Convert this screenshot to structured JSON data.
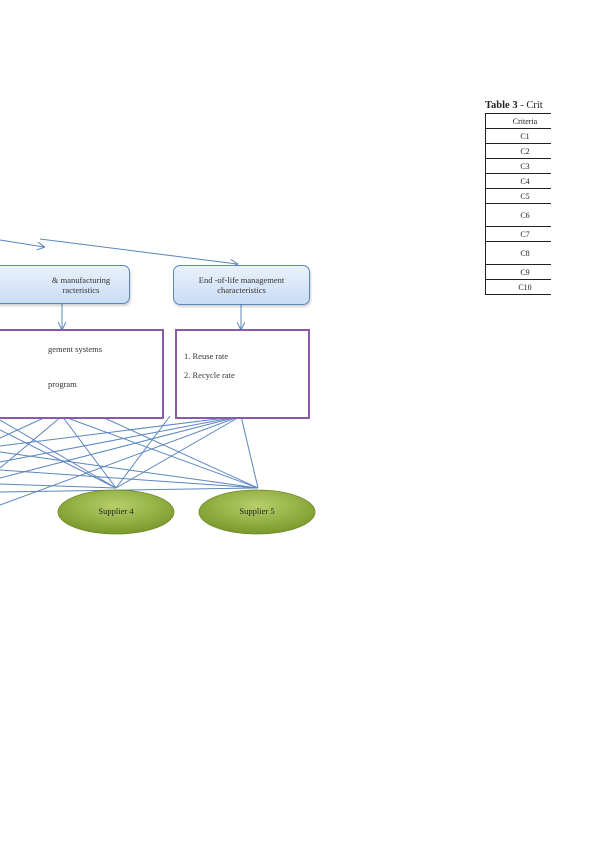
{
  "diagram": {
    "category_boxes": {
      "left_label": "& manufacturing\nracteristics",
      "right_label": "End -of-life management characteristics"
    },
    "criteria_lists": {
      "left_items": [
        "gement systems",
        "program"
      ],
      "right_items": [
        "1. Reuse rate",
        "2. Recycle rate"
      ]
    },
    "suppliers": [
      "Supplier 4",
      "Supplier 5"
    ],
    "colors": {
      "category_box_border": "#5b86bf",
      "category_box_fill": "#c9dcf5",
      "list_box_border": "#8a5aa8",
      "connector_lines": "#5b86bf",
      "supplier_fill": "#8fae3c"
    }
  },
  "table": {
    "caption_bold": "Table 3",
    "caption_rest": " - Crit",
    "header": "Criteria",
    "rows": [
      "C1",
      "C2",
      "C3",
      "C4",
      "C5",
      "C6",
      "C7",
      "C8",
      "C9",
      "C10"
    ]
  }
}
